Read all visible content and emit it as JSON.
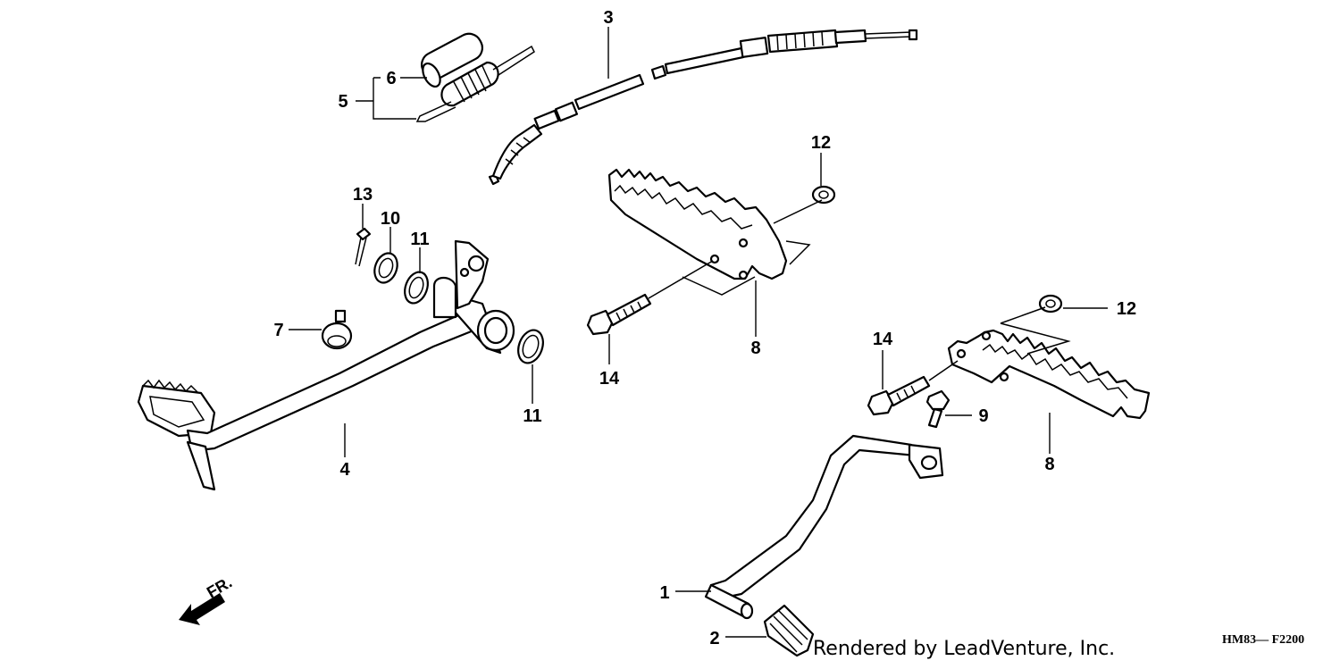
{
  "callouts": [
    {
      "id": "1",
      "text": "1"
    },
    {
      "id": "2",
      "text": "2"
    },
    {
      "id": "3",
      "text": "3"
    },
    {
      "id": "4",
      "text": "4"
    },
    {
      "id": "5",
      "text": "5"
    },
    {
      "id": "6",
      "text": "6"
    },
    {
      "id": "7",
      "text": "7"
    },
    {
      "id": "8a",
      "text": "8"
    },
    {
      "id": "8b",
      "text": "8"
    },
    {
      "id": "9",
      "text": "9"
    },
    {
      "id": "10",
      "text": "10"
    },
    {
      "id": "11a",
      "text": "11"
    },
    {
      "id": "11b",
      "text": "11"
    },
    {
      "id": "12a",
      "text": "12"
    },
    {
      "id": "12b",
      "text": "12"
    },
    {
      "id": "13",
      "text": "13"
    },
    {
      "id": "14a",
      "text": "14"
    },
    {
      "id": "14b",
      "text": "14"
    }
  ],
  "direction_marker": "FR.",
  "credit": "Rendered by LeadVenture, Inc.",
  "diagram_code": "HM83— F2200"
}
